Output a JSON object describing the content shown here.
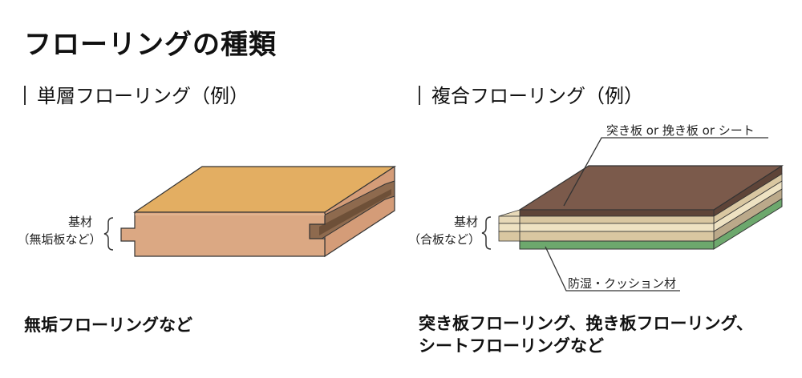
{
  "title": "フローリングの種類",
  "single": {
    "heading": "単層フローリング（例）",
    "base_label_1": "基材",
    "base_label_2": "（無垢板など）",
    "caption": "無垢フローリングなど"
  },
  "composite": {
    "heading": "複合フローリング（例）",
    "top_label": "突き板 or 挽き板 or シート",
    "base_label_1": "基材",
    "base_label_2": "（合板など）",
    "bottom_label": "防湿・クッション材",
    "caption_1": "突き板フローリング、挽き板フローリング、",
    "caption_2": "シートフローリングなど"
  },
  "colors": {
    "solid_top": "#E3AE62",
    "solid_face": "#DBA883",
    "solid_groove": "#8E6A4E",
    "veneer": "#7B5A4B",
    "plywood_light": "#EEE2C2",
    "plywood_mid": "#D9C7A1",
    "cushion": "#6DA86D"
  }
}
